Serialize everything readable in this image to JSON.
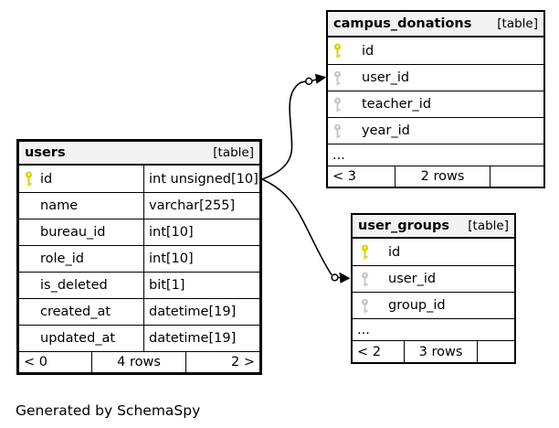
{
  "diagram": {
    "generated_note": "Generated by SchemaSpy",
    "colors": {
      "header_bg": "#f2f2f2",
      "pk_key": "#d6d600",
      "fk_key": "#c9c9c9",
      "line": "#000000"
    },
    "tables": [
      {
        "name": "users",
        "badge": "[table]",
        "columns": [
          {
            "name": "id",
            "type": "int unsigned[10]",
            "key": "primary"
          },
          {
            "name": "name",
            "type": "varchar[255]",
            "key": ""
          },
          {
            "name": "bureau_id",
            "type": "int[10]",
            "key": ""
          },
          {
            "name": "role_id",
            "type": "int[10]",
            "key": ""
          },
          {
            "name": "is_deleted",
            "type": "bit[1]",
            "key": ""
          },
          {
            "name": "created_at",
            "type": "datetime[19]",
            "key": ""
          },
          {
            "name": "updated_at",
            "type": "datetime[19]",
            "key": ""
          }
        ],
        "footer": {
          "left": "< 0",
          "center": "4 rows",
          "right": "2 >"
        }
      },
      {
        "name": "campus_donations",
        "badge": "[table]",
        "columns": [
          {
            "name": "id",
            "key": "primary"
          },
          {
            "name": "user_id",
            "key": "foreign"
          },
          {
            "name": "teacher_id",
            "key": "foreign"
          },
          {
            "name": "year_id",
            "key": "foreign"
          }
        ],
        "ellipsis": "...",
        "footer": {
          "left": "< 3",
          "center": "2 rows",
          "right": ""
        }
      },
      {
        "name": "user_groups",
        "badge": "[table]",
        "columns": [
          {
            "name": "id",
            "key": "primary"
          },
          {
            "name": "user_id",
            "key": "foreign"
          },
          {
            "name": "group_id",
            "key": "foreign"
          }
        ],
        "ellipsis": "...",
        "footer": {
          "left": "< 2",
          "center": "3 rows",
          "right": ""
        }
      }
    ],
    "relationships": [
      {
        "from": "users.id",
        "to": "campus_donations.user_id"
      },
      {
        "from": "users.id",
        "to": "user_groups.user_id"
      }
    ]
  }
}
